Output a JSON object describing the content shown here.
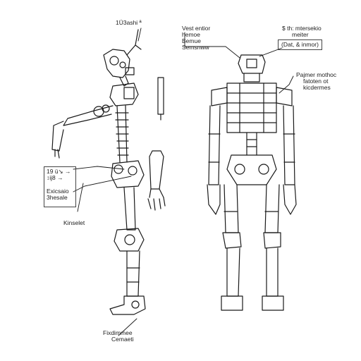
{
  "labels": {
    "top_left": "1Ü3ashi ª",
    "left_box_top": [
      "19 ü↘ →",
      "↕ij8 →"
    ],
    "left_box_bottom": [
      "Exicsaio",
      "3hesale"
    ],
    "kinselet": "Kinselet",
    "foot": [
      "Fixdimmee",
      "Cemaeti"
    ],
    "center_note": [
      "Vest entior",
      "hemoe",
      "Bemue",
      "Semsnww"
    ],
    "right_top": [
      "$ th: mtersekio",
      "meiter"
    ],
    "right_box": "(Dat, & inmor)",
    "right_side": [
      "Pajmer mothoc",
      "fatoten ot",
      "kicdermes"
    ]
  },
  "colors": {
    "line": "#1a1a1a",
    "background": "#ffffff"
  }
}
